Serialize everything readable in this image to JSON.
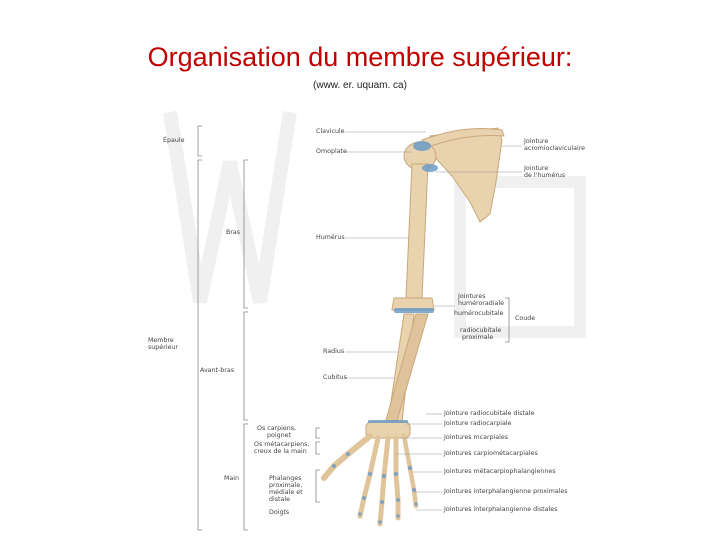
{
  "title": "Organisation du membre supérieur:",
  "source": "(www. er. uquam. ca)",
  "left_regions": {
    "epaule": "Épaule",
    "bras": "Bras",
    "membre_1": "Membre",
    "membre_2": "supérieur",
    "avant_bras": "Avant-bras",
    "main": "Main"
  },
  "left_parts": {
    "carpiens_1": "Os carpiens,",
    "carpiens_2": "poignet",
    "metacarpiens_1": "Os métacarpiens,",
    "metacarpiens_2": "creux de la main",
    "phalanges_1": "Phalanges",
    "phalanges_2": "proximale,",
    "phalanges_3": "médiale et",
    "phalanges_4": "distale",
    "doigts": "Doigts"
  },
  "bones": {
    "clavicule": "Clavicule",
    "omoplate": "Omoplate",
    "humerus": "Humérus",
    "radius": "Radius",
    "cubitus": "Cubitus"
  },
  "joints": {
    "acromio_1": "Jointure",
    "acromio_2": "acromioclaviculaire",
    "humerus_1": "Jointure",
    "humerus_2": "de l'humérus",
    "coude_1": "Jointures",
    "coude_2": "huméroradiale",
    "coude_3": "humérocubitale",
    "coude_4": "radiocubitale",
    "coude_5": "proximale",
    "coude": "Coude",
    "radiocubitale_distale": "Jointure radiocubitale distale",
    "radiocarpiale": "Jointure radiocarpiale",
    "mcarpiales": "Jointures mcarpiales",
    "carpometacarpiales": "Jointures carpiométacarpiales",
    "metacarpophalangiennes": "Jointures métacarpiophalangiennes",
    "interphal_prox": "Jointures interphalangienne proximales",
    "interphal_dist": "Jointures interphalangienne distales"
  },
  "colors": {
    "title": "#c00000",
    "bone": "#e9d2ae",
    "bone_shade": "#c9a77a",
    "cartilage": "#6d9cc6",
    "leader": "#9a9a9a"
  }
}
